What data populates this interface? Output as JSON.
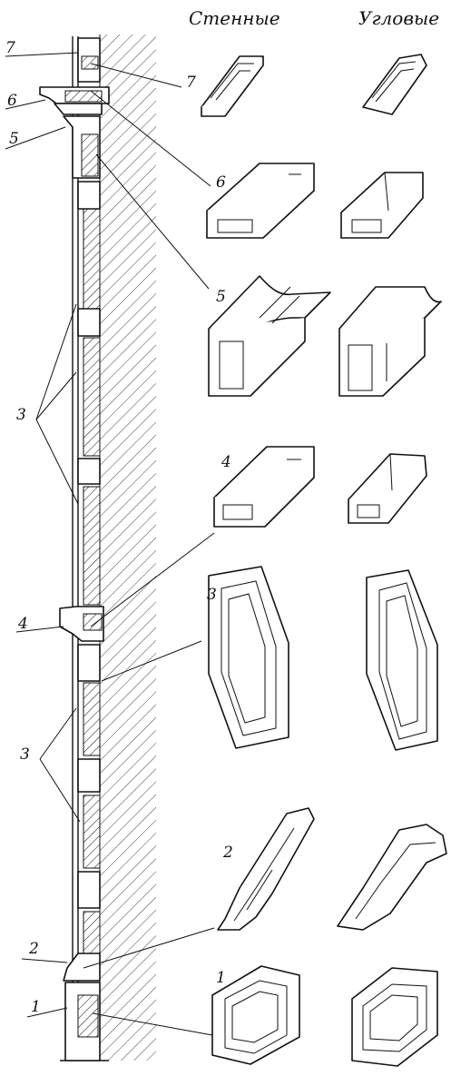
{
  "headers": {
    "wall": "Стенные",
    "corner": "Угловые"
  },
  "labels": {
    "n1": "1",
    "n2": "2",
    "n3": "3",
    "n4": "4",
    "n5": "5",
    "n6": "6",
    "n7": "7"
  }
}
